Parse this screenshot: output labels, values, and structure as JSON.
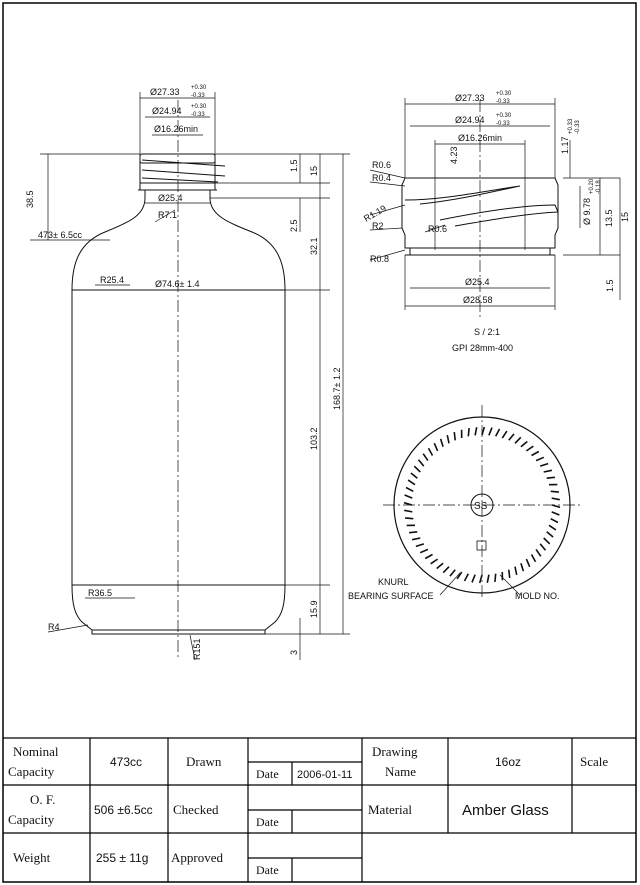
{
  "bottle_dims": {
    "top_outer": "Ø27.33",
    "top_outer_tol_plus": "+0.30",
    "top_outer_tol_minus": "-0.33",
    "top_inner": "Ø24.94",
    "top_inner_tol_plus": "+0.30",
    "top_inner_tol_minus": "-0.33",
    "bore": "Ø16.26min",
    "neck_dia": "Ø25.4",
    "body_dia": "Ø74.6± 1.4",
    "fill_height": "38.5",
    "fill_capacity": "473± 6.5cc",
    "r_neck": "R7.1",
    "r_shoulder": "R25.4",
    "r_heel": "R36.5",
    "r_base": "R4",
    "r_push": "R151",
    "v_1_5": "1.5",
    "v_15": "15",
    "v_2_5": "2.5",
    "v_32_1": "32.1",
    "v_103_2": "103.2",
    "v_168_7": "168.7± 1.2",
    "v_15_9": "15.9",
    "v_3": "3"
  },
  "finish_dims": {
    "outer": "Ø27.33",
    "outer_tol_plus": "+0.30",
    "outer_tol_minus": "-0.33",
    "inner": "Ø24.94",
    "inner_tol_plus": "+0.30",
    "inner_tol_minus": "-0.33",
    "bore": "Ø16.26min",
    "thread_pitch": "4.23",
    "side_tol": "1.17",
    "side_tol_plus": "+0.33",
    "side_tol_minus": "-0.33",
    "r0_6": "R0.6",
    "r0_4": "R0.4",
    "r1_19": "R1.19",
    "r2": "R2",
    "r0_6b": "R0.6",
    "r0_8": "R0.8",
    "thread_dia": "Ø 9.78",
    "thread_dia_tol_plus": "+0.20",
    "thread_dia_tol_minus": "-0.18",
    "h13_5": "13.5",
    "h15": "15",
    "h1_5": "1.5",
    "neck": "Ø25.4",
    "flange": "Ø28.58",
    "scale": "S / 2:1",
    "standard": "GPI 28mm-400"
  },
  "base_view": {
    "logo": "SS",
    "knurl_label_1": "KNURL",
    "knurl_label_2": "BEARING SURFACE",
    "mold_label": "MOLD NO."
  },
  "title_block": {
    "nominal_label_1": "Nominal",
    "nominal_label_2": "Capacity",
    "nominal_value": "473cc",
    "of_label_1": "O. F.",
    "of_label_2": "Capacity",
    "of_value": "506 ±6.5cc",
    "weight_label": "Weight",
    "weight_value": "255 ± 11g",
    "drawn_label": "Drawn",
    "checked_label": "Checked",
    "approved_label": "Approved",
    "date_label": "Date",
    "date_value": "2006-01-11",
    "drawing_name_label_1": "Drawing",
    "drawing_name_label_2": "Name",
    "drawing_name_value": "16oz",
    "material_label": "Material",
    "material_value": "Amber Glass",
    "scale_label": "Scale"
  }
}
